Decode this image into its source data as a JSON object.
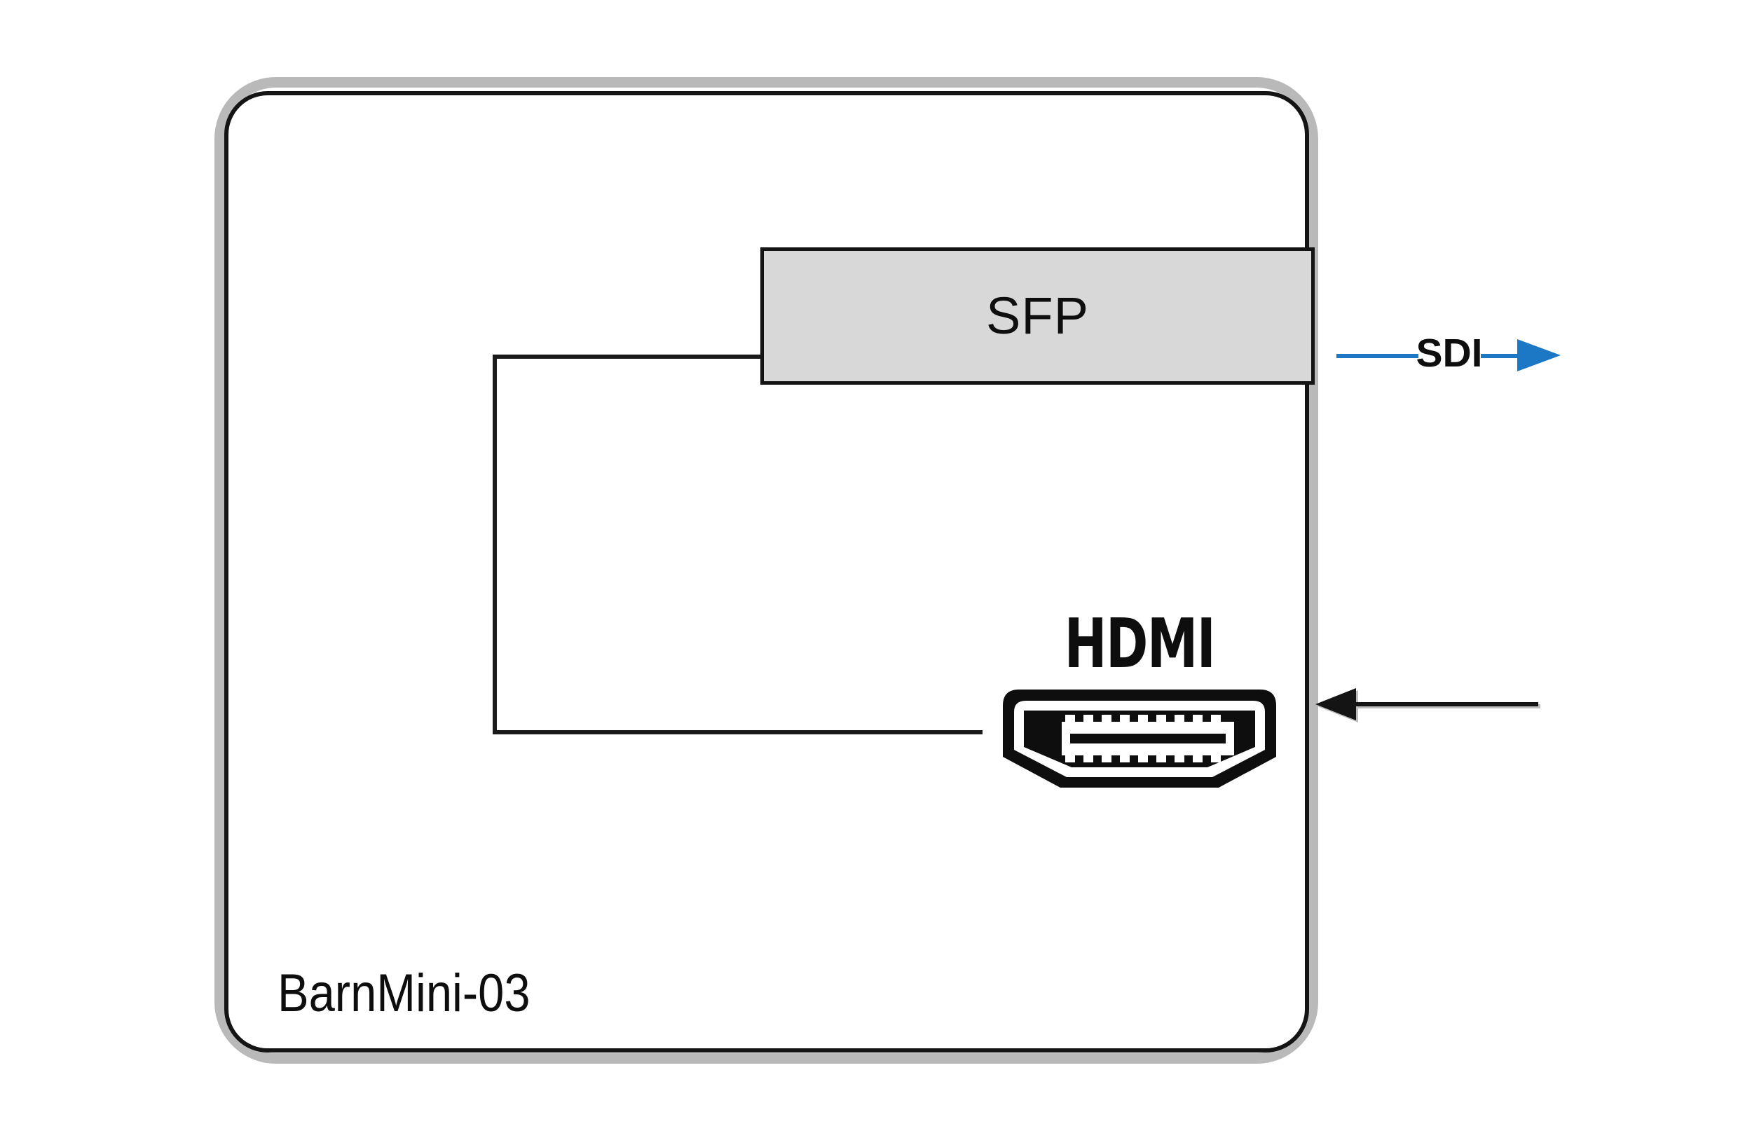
{
  "colors": {
    "background": "#ffffff",
    "device_border_gray": "#b9b9b9",
    "device_border_black": "#141414",
    "wire_black": "#1a1a1a",
    "sfp_fill": "#d8d8d8",
    "sdi_blue": "#1c78c5",
    "text_black": "#0e0e0e"
  },
  "device": {
    "label": "BarnMini-03"
  },
  "sfp_module": {
    "label": "SFP"
  },
  "hdmi_port": {
    "label": "HDMI",
    "icon": "hdmi-connector-icon",
    "signal_direction": "input (arrow points left, into device)"
  },
  "sdi_port": {
    "label": "SDI",
    "signal_direction": "output (arrow points right, out of device)"
  }
}
